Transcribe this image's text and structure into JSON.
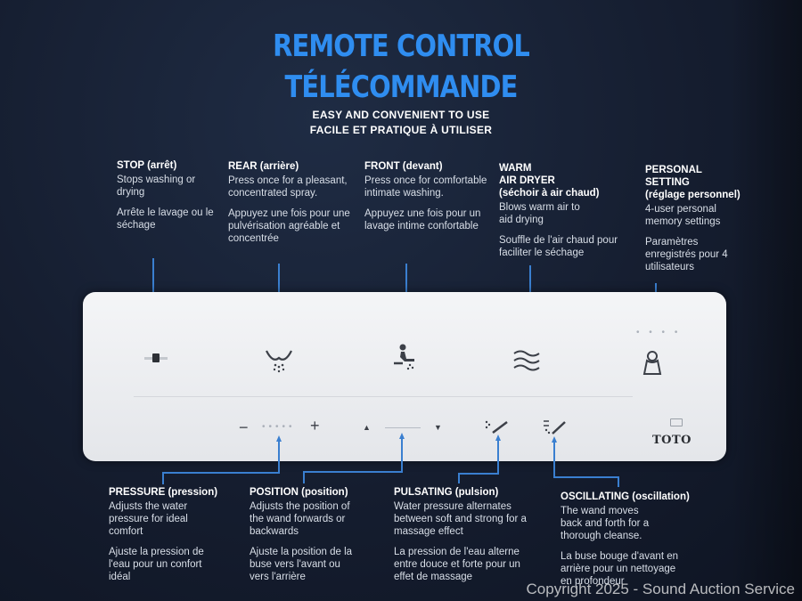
{
  "title_en": "REMOTE CONTROL",
  "title_fr": "TÉLÉCOMMANDE",
  "subtitle_en": "EASY AND CONVENIENT TO USE",
  "subtitle_fr": "FACILE ET PRATIQUE À UTILISER",
  "stop": {
    "heading": "STOP (arrêt)",
    "en": "Stops washing or drying",
    "fr": "Arrête le lavage ou le séchage"
  },
  "rear": {
    "heading": "REAR (arrière)",
    "en": "Press once for a pleasant, concentrated spray.",
    "fr": "Appuyez une fois pour une pulvérisation agréable et concentrée"
  },
  "front": {
    "heading": "FRONT (devant)",
    "en": "Press once for comfortable intimate washing.",
    "fr": "Appuyez une fois pour un lavage intime confortable"
  },
  "dryer": {
    "heading1": "WARM",
    "heading2": "AIR DRYER",
    "heading3": "(séchoir à air chaud)",
    "en": "Blows warm air to aid drying",
    "fr": "Souffle de l'air chaud pour faciliter le séchage"
  },
  "personal": {
    "heading1": "PERSONAL",
    "heading2": "SETTING",
    "heading3": "(réglage personnel)",
    "en": "4-user personal memory settings",
    "fr": "Paramètres enregistrés pour 4 utilisateurs"
  },
  "pressure": {
    "heading": "PRESSURE (pression)",
    "en": "Adjusts the water pressure for ideal comfort",
    "fr": "Ajuste la pression de l'eau pour un confort idéal"
  },
  "position": {
    "heading": "POSITION (position)",
    "en": "Adjusts the position of the wand forwards or backwards",
    "fr": "Ajuste la position de la buse vers l'avant ou vers l'arrière"
  },
  "pulsating": {
    "heading": "PULSATING (pulsion)",
    "en": "Water pressure alternates between soft and strong for a massage effect",
    "fr": "La pression de l'eau alterne entre douce et forte pour un effet de massage"
  },
  "oscillating": {
    "heading": "OSCILLATING (oscillation)",
    "en": "The wand moves back and forth for a thorough cleanse.",
    "fr": "La buse bouge d'avant en arrière pour un nettoyage en profondeur"
  },
  "remote": {
    "brand": "TOTO",
    "minus": "−",
    "plus": "+",
    "up": "▲",
    "down": "▼"
  },
  "copyright": "Copyright 2025 - Sound Auction Service",
  "colors": {
    "title": "#2f8df0",
    "arrow": "#3a7fd0",
    "background": "#151d2f",
    "remote": "#eef0f2"
  }
}
